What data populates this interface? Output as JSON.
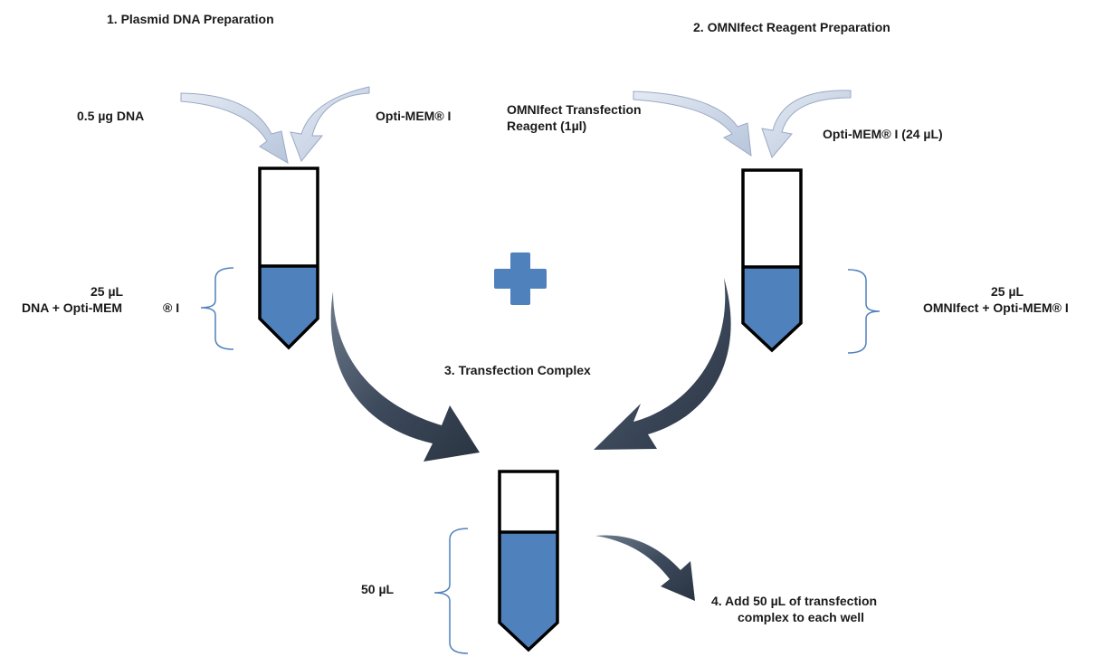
{
  "steps": {
    "step1": "1. Plasmid DNA Preparation",
    "step2": "2. OMNIfect Reagent Preparation",
    "step3": "3. Transfection Complex",
    "step4_line1": "4. Add 50 µL of transfection",
    "step4_line2": "complex to each well"
  },
  "inputs": {
    "dna": "0.5 µg DNA",
    "optimem_left": "Opti-MEM® I",
    "omnifect_line1": "OMNIfect Transfection",
    "omnifect_line2": "Reagent (1µl)",
    "optimem_right": "Opti-MEM® I (24 µL)"
  },
  "volumes": {
    "left_amount": "25 µL",
    "left_desc": "DNA + Opti-MEM",
    "left_reg": "® I",
    "right_amount": "25 µL",
    "right_desc": "OMNIfect + Opti-MEM® I",
    "bottom_amount": "50 µL"
  },
  "colors": {
    "liquid": "#4F81BD",
    "bracket": "#4F81BD",
    "input_arrow": "#C9D4E6",
    "flow_arrow": "#3D4A5C",
    "plus": "#4F81BD"
  }
}
